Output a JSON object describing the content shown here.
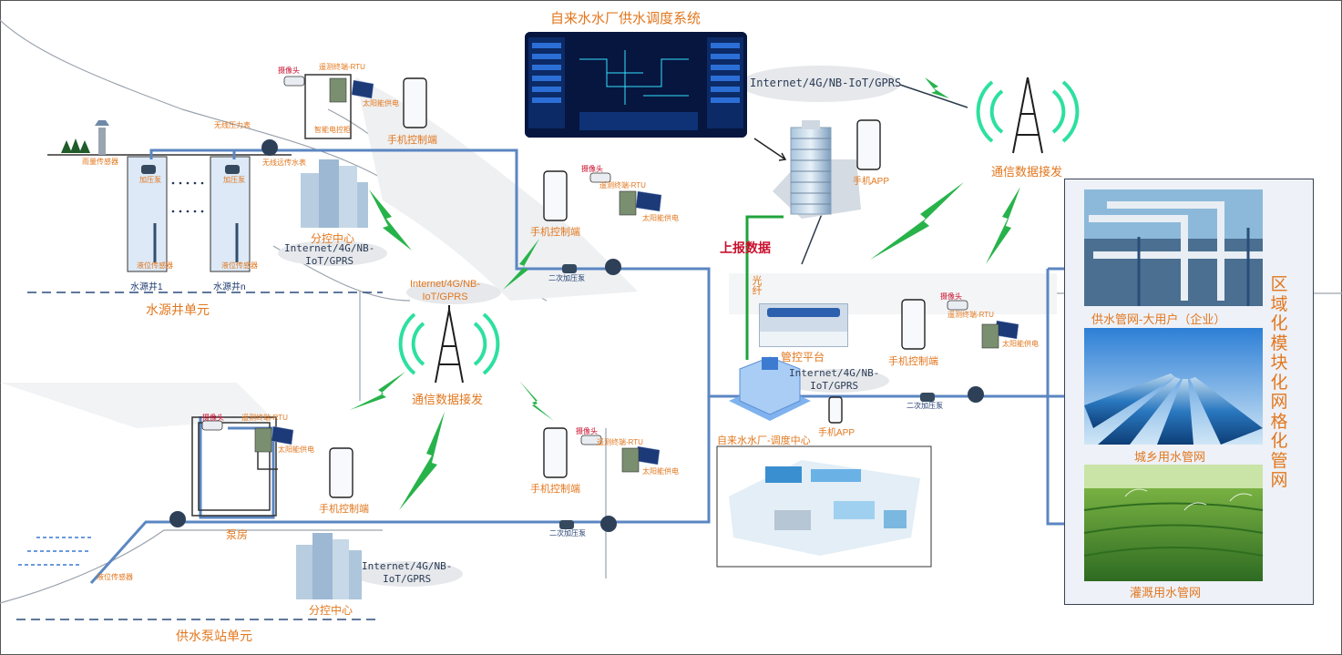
{
  "title": "自来水水厂供水调度系统",
  "dispatch_center": "自来水水厂-调度中心",
  "management_platform": "管控平台",
  "report_data": "上报数据",
  "fiber": "光纤",
  "comm_relay": "通信数据接发",
  "network": "Internet/4G/NB-IoT/GPRS",
  "network_lines": [
    "Internet/4G/NB-",
    "IoT/GPRS"
  ],
  "phone_app": "手机APP",
  "phone_control": "手机控制端",
  "camera": "摄像头",
  "rtu": "遥测终端-RTU",
  "solar": "太阳能供电",
  "booster": "二次加压泵",
  "pressure_pump": "加压泵",
  "sub_control": "分控中心",
  "well_1": "水源井1",
  "well_n": "水源井n",
  "source_unit": "水源井单元",
  "pump_unit": "供水泵站单元",
  "pump_house": "泵房",
  "level_sensor": "液位传感器",
  "wireless_pressure": "无线压力表",
  "wireless_meter": "无线远传水表",
  "rain_sensor": "雨量传感器",
  "cabinet": "智能电控柜",
  "regional": "区域化模块化网格化管网",
  "regional_chars": [
    "区",
    "域",
    "化",
    "模",
    "块",
    "化",
    "网",
    "格",
    "化",
    "管",
    "网"
  ],
  "photos": [
    {
      "label": "供水管网-大用户（企业）"
    },
    {
      "label": "城乡用水管网"
    },
    {
      "label": "灌溉用水管网"
    }
  ],
  "colors": {
    "pipe": "#5b86c2",
    "signal": "#27b34a",
    "label": "#e2771e",
    "accent": "#c8102e"
  }
}
